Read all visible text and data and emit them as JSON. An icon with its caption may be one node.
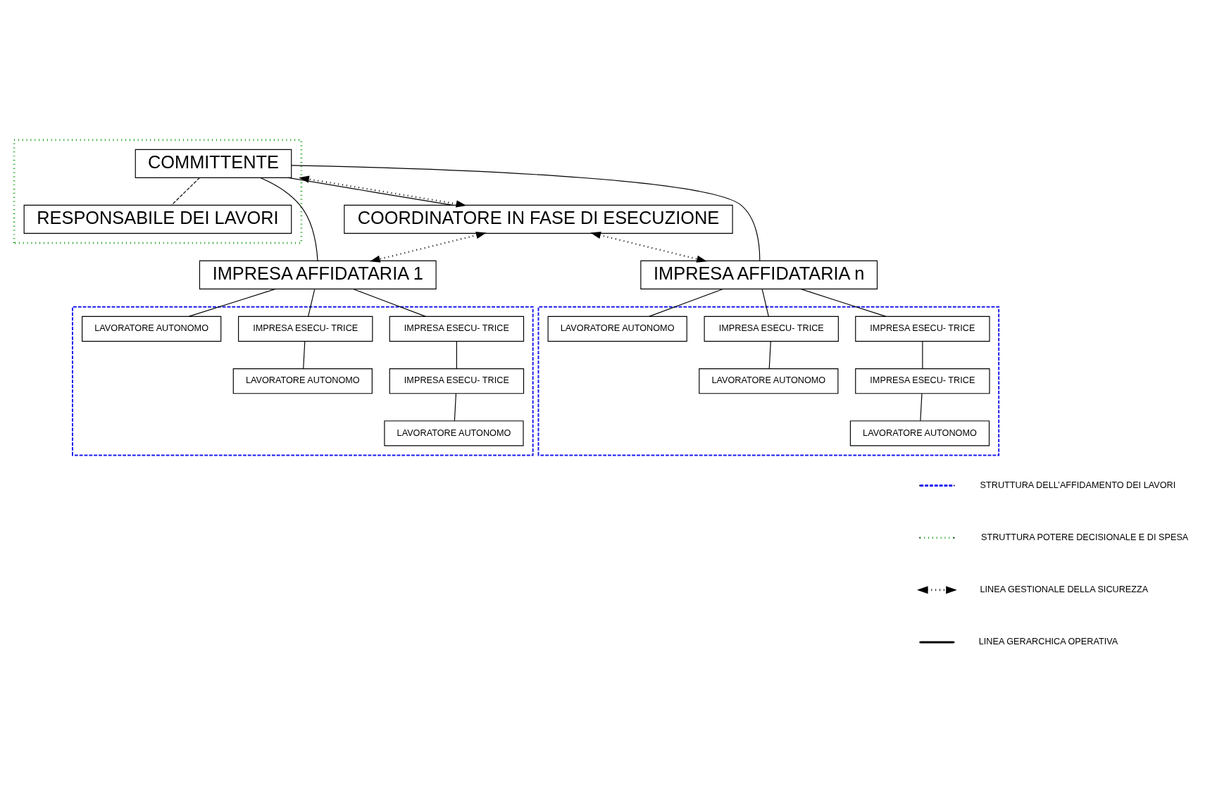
{
  "diagram": {
    "nodes": [
      {
        "text": [],
        "shape": "box"
      },
      {
        "text": [
          "COMMITTENTE"
        ],
        "in": 0
      },
      {
        "text": [
          "RESPONSABILE DEI LAVORI"
        ],
        "in": 0
      },
      {
        "text": [
          "COORDINATORE IN FASE DI ESECUZIONE"
        ]
      },
      {
        "text": [
          "IMPRESA AFFIDATARIA 1"
        ]
      },
      {
        "text": [
          "IMPRESA AFFIDATARIA n"
        ]
      },
      {
        "text": [],
        "shape": "box"
      },
      {
        "text": [
          "IMPRESA ESECU- TRICE"
        ],
        "in": 6
      },
      {
        "text": [
          "IMPRESA ESECU- TRICE"
        ],
        "in": 6
      },
      {
        "text": [
          "LAVORATORE AUTONOMO"
        ],
        "in": 6
      },
      {
        "text": [
          "IMPRESA ESECU- TRICE"
        ],
        "in": 6
      },
      {
        "text": [
          "LAVORATORE AUTONOMO"
        ],
        "in": 6
      },
      {
        "text": [
          "LAVORATORE AUTONOMO"
        ],
        "in": 6
      },
      {
        "text": [],
        "shape": "box"
      },
      {
        "text": [
          "IMPRESA ESECU- TRICE"
        ],
        "in": 13
      },
      {
        "text": [
          "IMPRESA ESECU- TRICE"
        ],
        "in": 13
      },
      {
        "text": [
          "LAVORATORE AUTONOMO"
        ],
        "in": 13
      },
      {
        "text": [
          "IMPRESA ESECU- TRICE"
        ],
        "in": 13
      },
      {
        "text": [
          "LAVORATORE AUTONOMO"
        ],
        "in": 13
      },
      {
        "text": [
          "LAVORATORE AUTONOMO"
        ],
        "in": 13
      }
    ],
    "edges": [
      {
        "from": 1,
        "to": 2,
        "arrow": "none",
        "style": "dashed"
      },
      {
        "from": 1,
        "to": 3,
        "arrow": "none"
      },
      {
        "from": 3,
        "to": 0,
        "arrow": "both",
        "style": "dashed"
      },
      {
        "from": 1,
        "to": 4,
        "arrow": "none"
      },
      {
        "from": 1,
        "to": 5,
        "arrow": "none"
      },
      {
        "from": 3,
        "to": 4,
        "arrow": "both",
        "style": "dashed"
      },
      {
        "from": 3,
        "to": 5,
        "arrow": "both",
        "style": "dashed"
      },
      {
        "from": 4,
        "to": 7,
        "arrow": "none"
      },
      {
        "from": 4,
        "to": 8,
        "arrow": "none"
      },
      {
        "from": 4,
        "to": 9,
        "arrow": "none"
      },
      {
        "from": 7,
        "to": 10,
        "arrow": "none"
      },
      {
        "from": 10,
        "to": 12,
        "arrow": "none"
      },
      {
        "from": 8,
        "to": 11,
        "arrow": "none"
      },
      {
        "from": 5,
        "to": 14,
        "arrow": "none"
      },
      {
        "from": 5,
        "to": 15,
        "arrow": "none"
      },
      {
        "from": 5,
        "to": 16,
        "arrow": "none"
      },
      {
        "from": 14,
        "to": 17,
        "arrow": "none"
      },
      {
        "from": 17,
        "to": 19,
        "arrow": "none"
      },
      {
        "from": 15,
        "to": 18,
        "arrow": "none"
      }
    ],
    "legend": [
      {
        "text": "STRUTTURA DELL’AFFIDAMENTO DEI LAVORI"
      },
      {
        "text": "STRUTTURA POTERE DECISIONALE E DI SPESA"
      },
      {
        "text": "LINEA GESTIONALE DELLA SICUREZZA"
      },
      {
        "text": "LINEA GERARCHICA OPERATIVA"
      }
    ]
  }
}
